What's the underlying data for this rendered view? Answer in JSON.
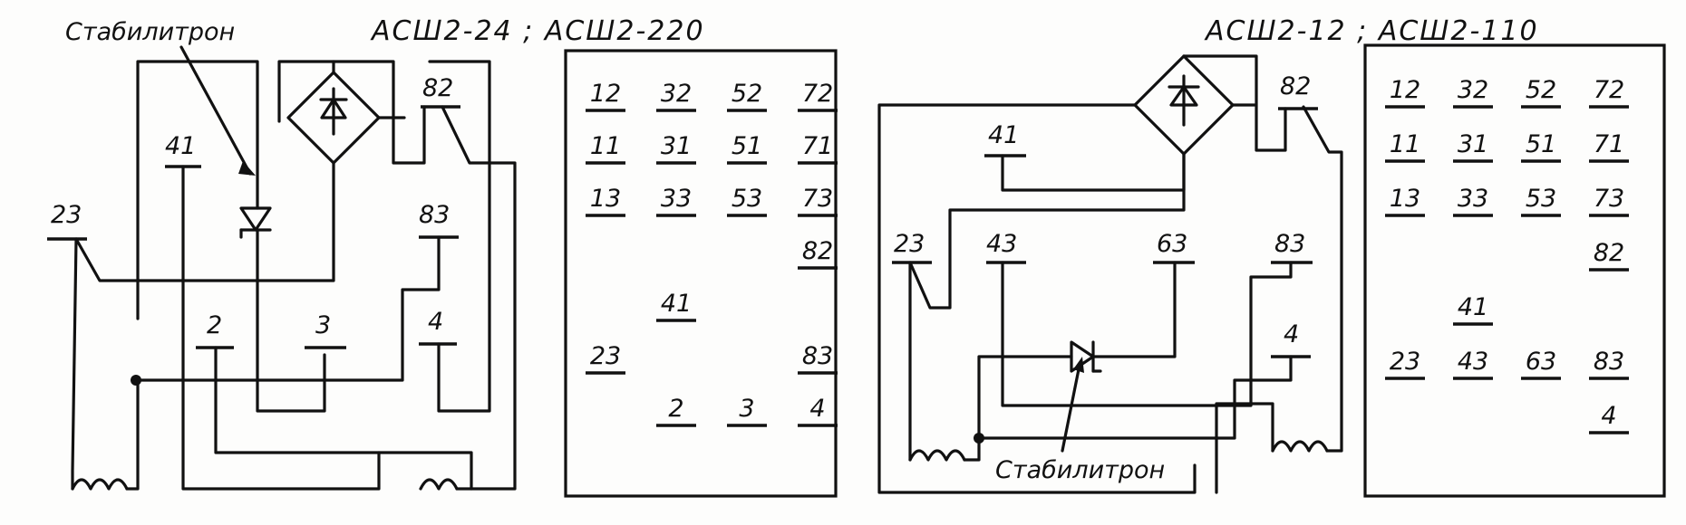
{
  "left": {
    "title": "АСШ2-24 ; АСШ2-220",
    "zener_label": "Стабилитрон",
    "terminals": {
      "t41": "41",
      "t23": "23",
      "t82": "82",
      "t83": "83",
      "t2": "2",
      "t3": "3",
      "t4": "4"
    },
    "panel_rows": [
      [
        "12",
        "32",
        "52",
        "72"
      ],
      [
        "11",
        "31",
        "51",
        "71"
      ],
      [
        "13",
        "33",
        "53",
        "73"
      ],
      [
        "",
        "",
        "",
        "82"
      ],
      [
        "",
        "41",
        "",
        ""
      ],
      [
        "23",
        "",
        "",
        "83"
      ],
      [
        "",
        "2",
        "3",
        "4"
      ]
    ]
  },
  "right": {
    "title": "АСШ2-12 ; АСШ2-110",
    "zener_label": "Стабилитрон",
    "terminals": {
      "t82": "82",
      "t41": "41",
      "t23": "23",
      "t43": "43",
      "t63": "63",
      "t83": "83",
      "t4": "4"
    },
    "panel_rows": [
      [
        "12",
        "32",
        "52",
        "72"
      ],
      [
        "11",
        "31",
        "51",
        "71"
      ],
      [
        "13",
        "33",
        "53",
        "73"
      ],
      [
        "",
        "",
        "",
        "82"
      ],
      [
        "",
        "41",
        "",
        ""
      ],
      [
        "23",
        "43",
        "63",
        "83"
      ],
      [
        "",
        "",
        "",
        "4"
      ]
    ]
  }
}
